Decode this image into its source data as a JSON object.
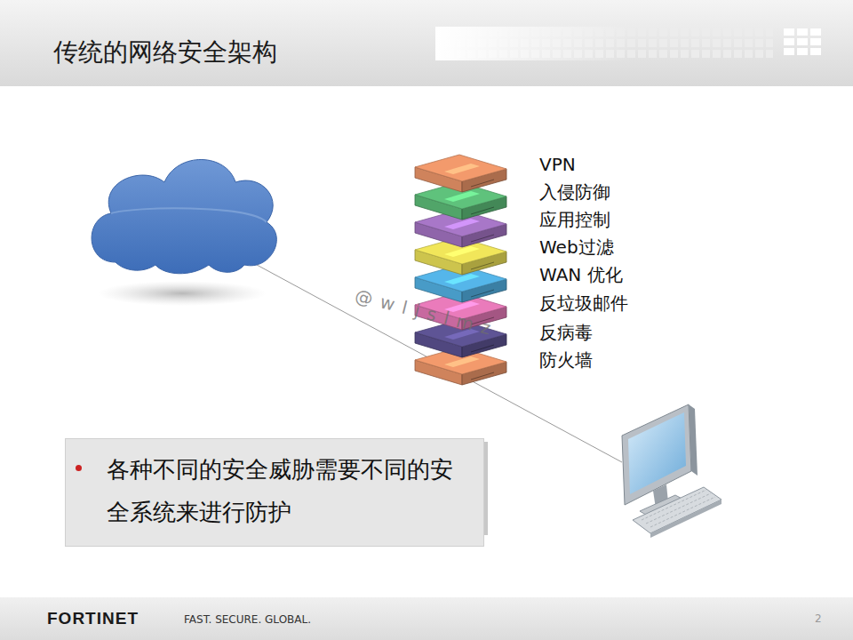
{
  "diagram": {
    "title": "传统的网络安全架构",
    "nodes": [
      {
        "text": [
          "各种不同的安全威胁需要不同的安全系统来进行防护"
        ]
      }
    ],
    "labels": [
      "VPN",
      "入侵防御",
      "应用控制",
      "Web过滤",
      "WAN 优化",
      "反垃圾邮件",
      "反病毒",
      "防火墙",
      "@wljslmz",
      "FORTINET",
      "FAST. SECURE. GLOBAL.",
      "2"
    ]
  }
}
